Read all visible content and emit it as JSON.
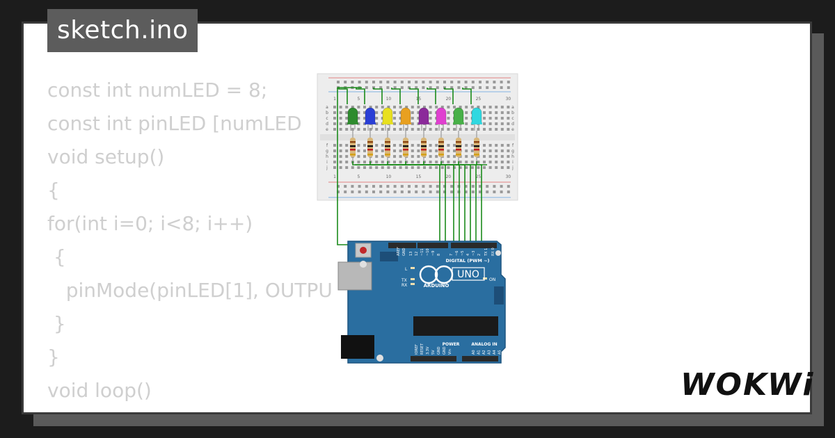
{
  "file_tab": {
    "name": "sketch.ino"
  },
  "code_lines": [
    "const int numLED = 8;",
    "const int pinLED [numLED",
    "void setup()",
    "{",
    "for(int i=0; i<8; i++)",
    " {",
    "   pinMode(pinLED[1], OUTPU",
    " }",
    "}",
    "void loop()",
    "{"
  ],
  "breadboard": {
    "column_labels": [
      "1",
      "5",
      "10",
      "15",
      "20",
      "25",
      "30"
    ],
    "row_labels_top": [
      "a",
      "b",
      "c",
      "d",
      "e"
    ],
    "row_labels_bottom": [
      "f",
      "g",
      "h",
      "i",
      "j"
    ]
  },
  "leds": [
    {
      "color": "#2e8b2e"
    },
    {
      "color": "#2a3fd6"
    },
    {
      "color": "#e8e020"
    },
    {
      "color": "#e8a020"
    },
    {
      "color": "#8b2a9a"
    },
    {
      "color": "#e040d0"
    },
    {
      "color": "#48b048"
    },
    {
      "color": "#30d8e0"
    }
  ],
  "arduino": {
    "board_name": "UNO",
    "brand": "ARDUINO",
    "digital_label": "DIGITAL (PWM ~)",
    "power_label": "POWER",
    "analog_label": "ANALOG IN",
    "on_label": "ON",
    "l_label": "L",
    "tx_label": "TX",
    "rx_label": "RX",
    "top_pin_labels": [
      "AREF",
      "GND",
      "13",
      "12",
      "~11",
      "~10",
      "~9",
      "8",
      "7",
      "~6",
      "~5",
      "4",
      "~3",
      "2",
      "TX 1",
      "RX 0"
    ],
    "power_pin_labels": [
      "IOREF",
      "RESET",
      "3.3V",
      "5V",
      "GND",
      "GND",
      "Vin"
    ],
    "analog_pin_labels": [
      "A0",
      "A1",
      "A2",
      "A3",
      "A4",
      "A5"
    ],
    "board_color": "#2a6ea0"
  },
  "wire_color": "#1a8a1a",
  "brand_logo": "WOKWi"
}
